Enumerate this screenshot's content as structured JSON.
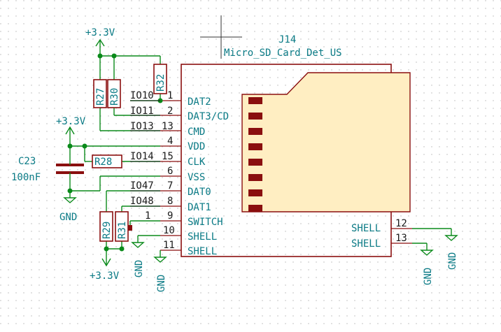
{
  "connector": {
    "ref": "J14",
    "value": "Micro_SD_Card_Det_US",
    "left_pins": [
      {
        "num": "1",
        "name": "DAT2"
      },
      {
        "num": "2",
        "name": "DAT3/CD"
      },
      {
        "num": "13",
        "name": "CMD"
      },
      {
        "num": "4",
        "name": "VDD"
      },
      {
        "num": "15",
        "name": "CLK"
      },
      {
        "num": "6",
        "name": "VSS"
      },
      {
        "num": "7",
        "name": "DAT0"
      },
      {
        "num": "8",
        "name": "DAT1"
      },
      {
        "num": "9",
        "name": "SWITCH"
      },
      {
        "num": "10",
        "name": "SHELL"
      },
      {
        "num": "11",
        "name": "SHELL"
      }
    ],
    "right_pins": [
      {
        "num": "12",
        "name": "SHELL"
      },
      {
        "num": "13",
        "name": "SHELL"
      }
    ],
    "pin1_extra": "1"
  },
  "nets": {
    "IO10": "IO10",
    "IO11": "IO11",
    "IO13": "IO13",
    "IO14": "IO14",
    "IO47": "IO47",
    "IO48": "IO48"
  },
  "resistors": {
    "R27": "R27",
    "R30": "R30",
    "R32": "R32",
    "R28": "R28",
    "R29": "R29",
    "R31": "R31"
  },
  "capacitor": {
    "ref": "C23",
    "value": "100nF"
  },
  "power": {
    "v33_top": "+3.3V",
    "v33_mid": "+3.3V",
    "v33_bottom": "+3.3V",
    "gnd": "GND"
  },
  "colors": {
    "wire": "#0a8a1a",
    "label": "#0a7a85",
    "body": "#8a0f0f",
    "card_fill": "#fff3c4",
    "pad": "#8a0f0f"
  }
}
